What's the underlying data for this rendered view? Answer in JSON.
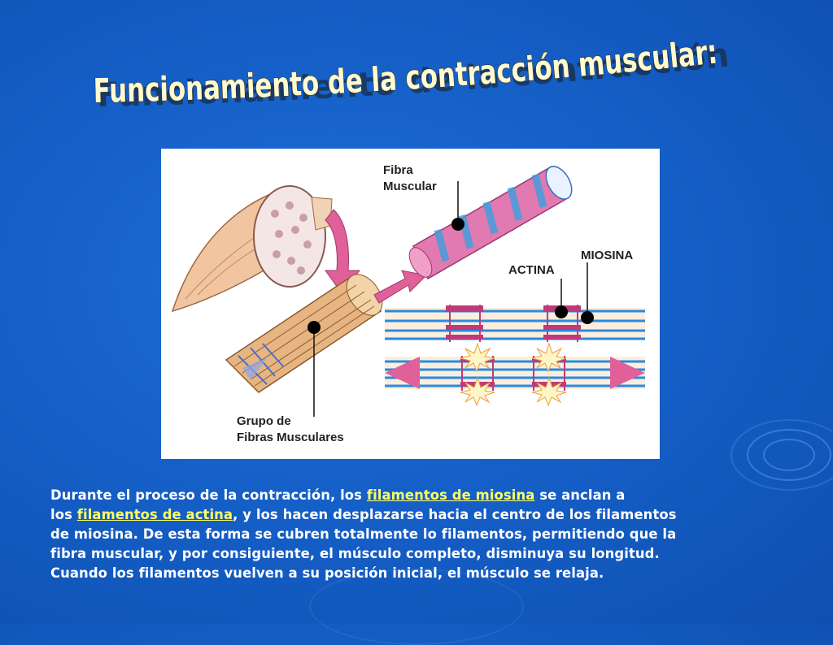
{
  "slide": {
    "title": "Funcionamiento de la contracción muscular:",
    "figure_labels": {
      "fibra_muscular_1": "Fibra",
      "fibra_muscular_2": "Muscular",
      "miosina": "MIOSINA",
      "actina": "ACTINA",
      "grupo_1": "Grupo de",
      "grupo_2": "Fibras Musculares"
    },
    "body": {
      "part1": "Durante el proceso de la contracción, los ",
      "link1": "filamentos  de miosina",
      "part2": " se anclan a",
      "part3": "los ",
      "link2": "filamentos de actina",
      "part4": ", y los hacen desplazarse hacia el centro de los filamentos",
      "line3": "de miosina.  De esta forma se cubren totalmente lo filamentos, permitiendo que la",
      "line4": "fibra muscular, y por consiguiente, el músculo completo, disminuya su longitud.",
      "line5": "Cuando los filamentos vuelven a su posición inicial, el músculo se relaja."
    }
  },
  "colors": {
    "background": "#1560c8",
    "title": "#fffbd0",
    "body_text": "#ffffff",
    "link": "#ffff66",
    "arrow": "#e0609a"
  }
}
